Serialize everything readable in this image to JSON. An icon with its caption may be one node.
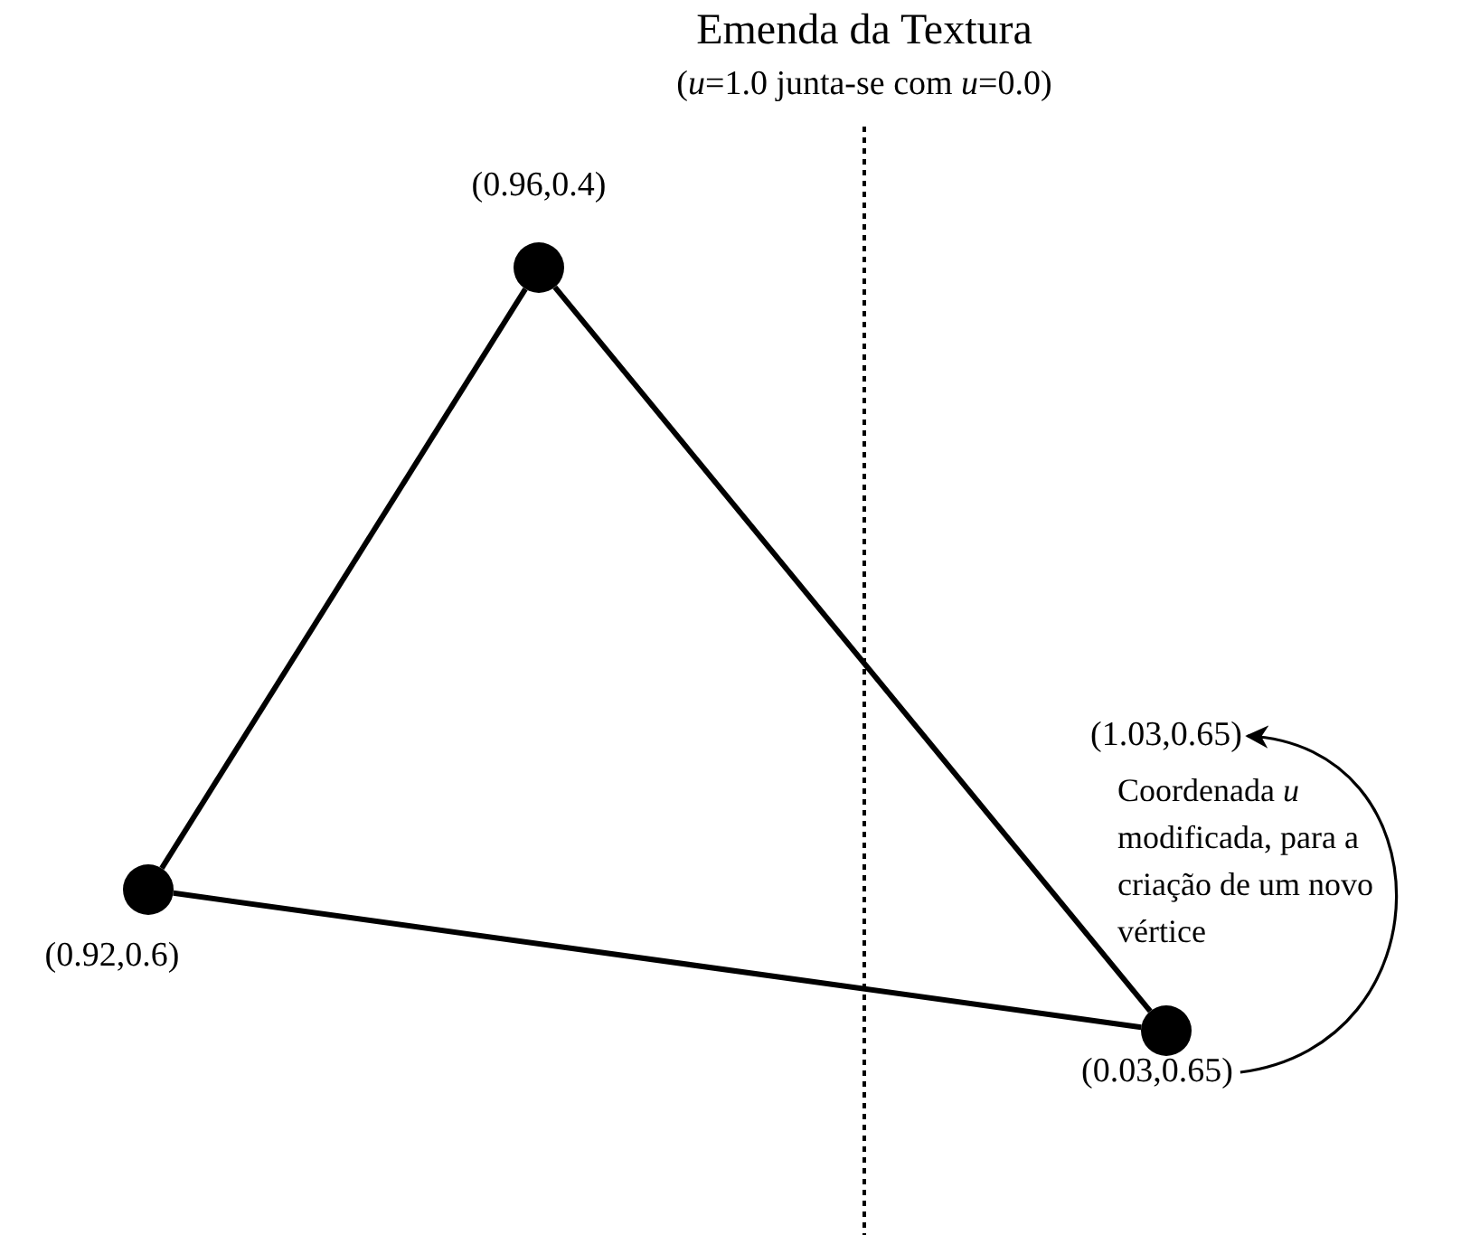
{
  "diagram": {
    "title": "Emenda da Textura",
    "nodes": [
      {
        "text": [],
        "shape": "circle",
        "beside": [
          "(0.96,0.4)"
        ]
      },
      {
        "text": [],
        "shape": "circle",
        "beside": [
          "(0.92,0.6)"
        ]
      },
      {
        "text": [],
        "shape": "circle",
        "beside": [
          "(0.03,0.65)"
        ]
      },
      {
        "text": [
          "(1.03,0.65)"
        ]
      }
    ],
    "edges": [
      {
        "from": 0,
        "to": 1,
        "arrow": "none"
      },
      {
        "from": 0,
        "to": 2,
        "arrow": "none"
      },
      {
        "from": 1,
        "to": 2,
        "arrow": "none"
      },
      {
        "from": 2,
        "to": 3,
        "arrow": "to",
        "label": "Coordenada *u* modificada, para a criação de um novo vértice"
      }
    ],
    "labels": [
      "(*u*=1.0 junta-se com *u*=0.0)"
    ]
  }
}
